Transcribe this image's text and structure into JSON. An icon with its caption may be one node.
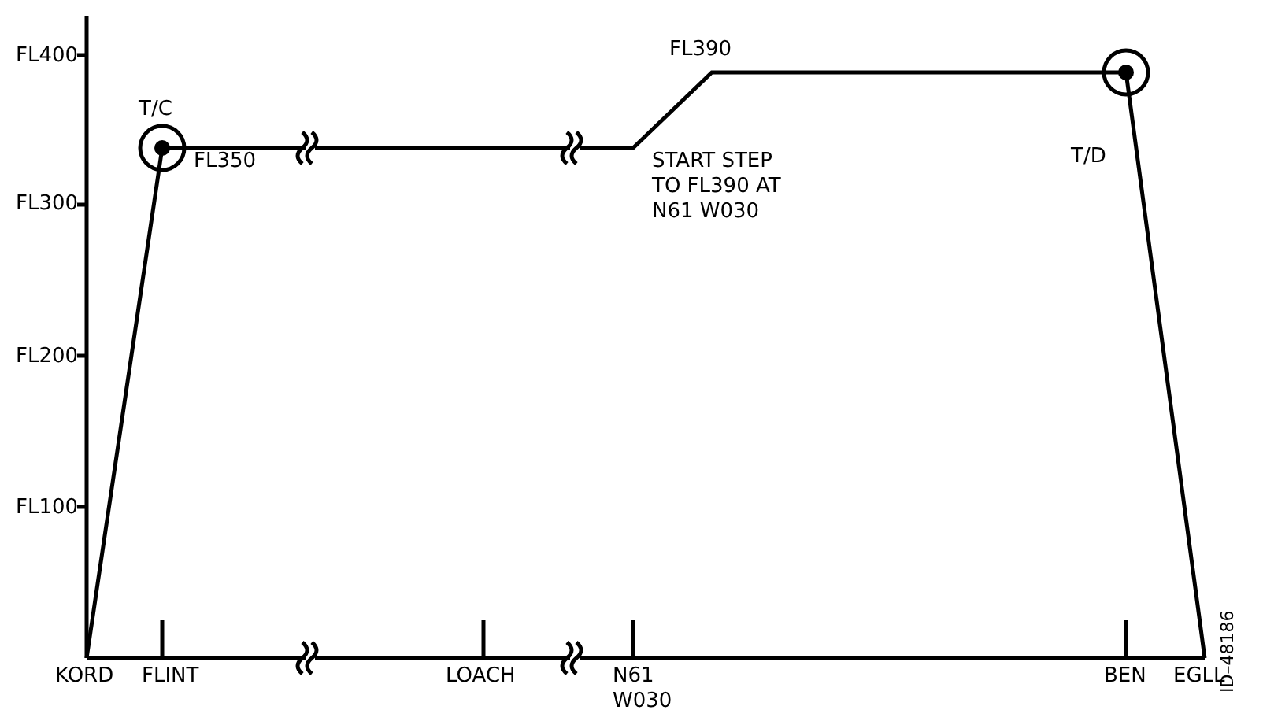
{
  "diagram": {
    "labels": [
      "FL390",
      "FL400",
      "T/C",
      "T/D",
      "FL350",
      "FL300",
      "START STEP TO FL390 AT N61 W030",
      "FL200",
      "FL100",
      "KORD",
      "FLINT",
      "LOACH",
      "N61 W030",
      "BEN",
      "EGLL",
      "ID–48186"
    ]
  }
}
